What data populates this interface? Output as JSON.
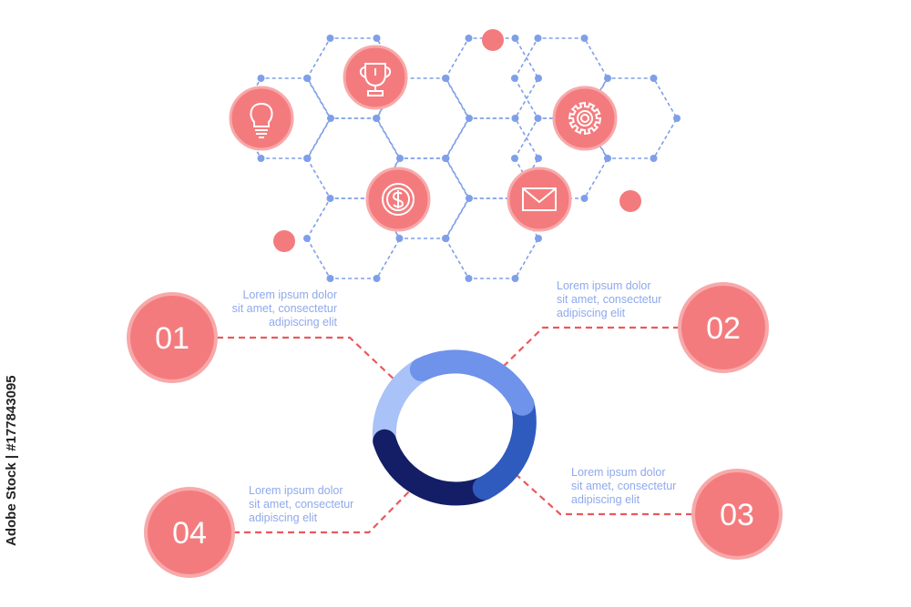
{
  "colors": {
    "coral": "#f47b7d",
    "coral_ring": "#f7a9aa",
    "hex_line": "#7f9fe8",
    "label_text": "#8fa9ec",
    "dash_line": "#e9595d",
    "ring_light": "#a9c2f7",
    "ring_mid": "#6f92ea",
    "ring_dark": "#2f5bbf",
    "ring_navy": "#141e66"
  },
  "icons": [
    "lightbulb-icon",
    "trophy-icon",
    "dollar-coin-icon",
    "gear-icon",
    "envelope-icon"
  ],
  "steps": [
    {
      "number": "01",
      "text": [
        "Lorem ipsum dolor",
        "sit amet, consectetur",
        "adipiscing elit"
      ]
    },
    {
      "number": "02",
      "text": [
        "Lorem ipsum dolor",
        "sit amet, consectetur",
        "adipiscing elit"
      ]
    },
    {
      "number": "03",
      "text": [
        "Lorem ipsum dolor",
        "sit amet, consectetur",
        "adipiscing elit"
      ]
    },
    {
      "number": "04",
      "text": [
        "Lorem ipsum dolor",
        "sit amet, consectetur",
        "adipiscing elit"
      ]
    }
  ],
  "side_label": "Adobe Stock | #177843095"
}
